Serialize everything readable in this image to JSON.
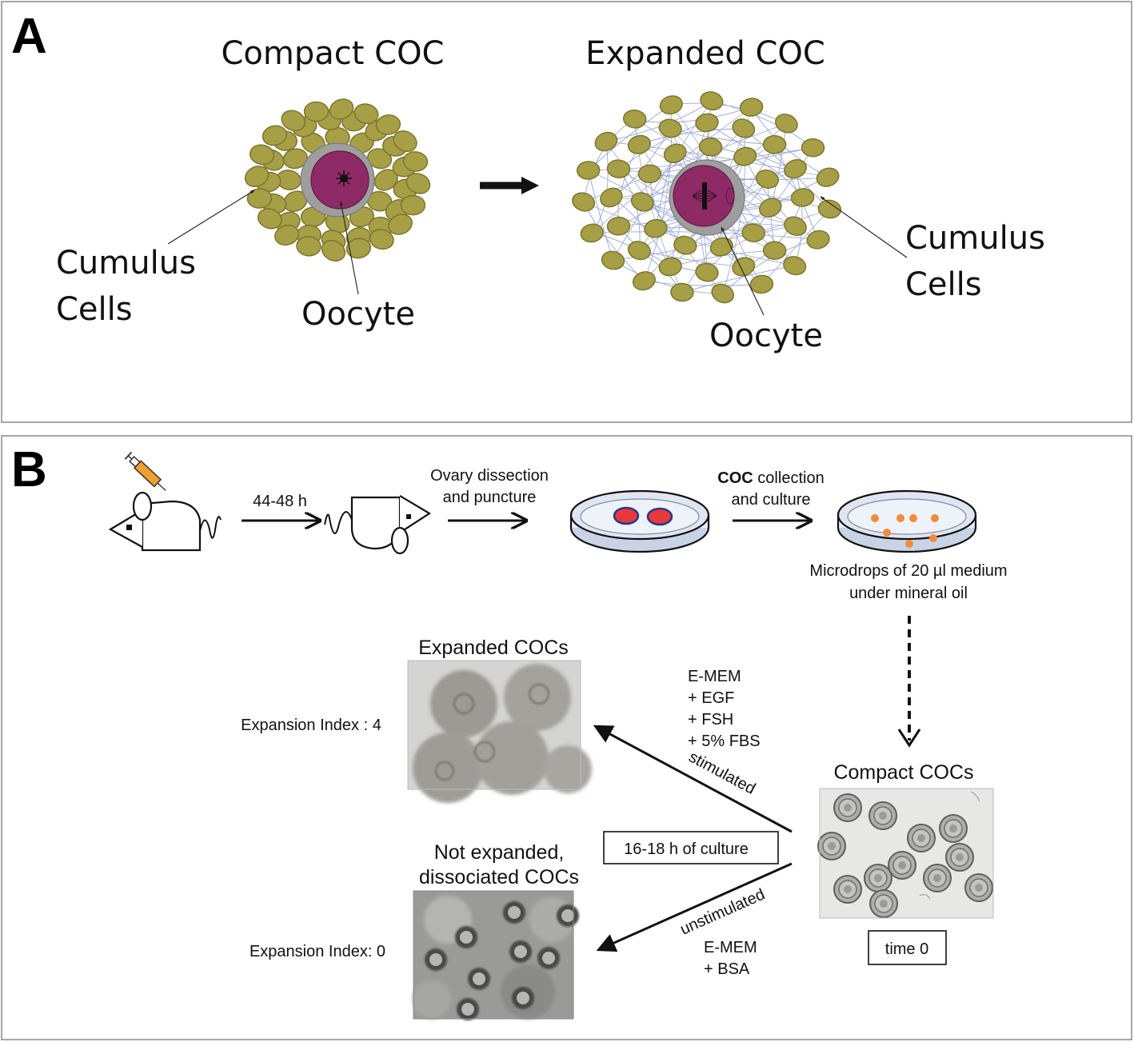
{
  "panel_a": {
    "letter": "A",
    "compact_title": "Compact COC",
    "expanded_title": "Expanded COC",
    "cumulus_left_line1": "Cumulus",
    "cumulus_left_line2": "Cells",
    "cumulus_right_line1": "Cumulus",
    "cumulus_right_line2": "Cells",
    "oocyte_left": "Oocyte",
    "oocyte_right": "Oocyte"
  },
  "panel_b": {
    "letter": "B",
    "step_time": "44-48 h",
    "step_dissection_line1": "Ovary dissection",
    "step_dissection_line2": "and puncture",
    "step_collection_bold": "COC",
    "step_collection_rest": " collection",
    "step_collection_line2": "and culture",
    "microdrops_line1": "Microdrops of 20 µl medium",
    "microdrops_line2": "under mineral oil",
    "expanded_title": "Expanded COCs",
    "expansion_index_stimulated": "Expansion Index : 4",
    "media_stimulated": [
      "E-MEM",
      "+ EGF",
      "+ FSH",
      "+ 5% FBS"
    ],
    "stimulated_label": "stimulated",
    "culture_box": "16-18 h of culture",
    "compact_title": "Compact COCs",
    "time_box": "time 0",
    "not_expanded_line1": "Not expanded,",
    "not_expanded_line2": "dissociated COCs",
    "expansion_index_unstimulated": "Expansion Index: 0",
    "unstimulated_label": "unstimulated",
    "media_unstimulated": [
      "E-MEM",
      "+ BSA"
    ]
  },
  "colors": {
    "cumulus_cell": "#a79f45",
    "zona": "#9e9e9e",
    "ooplasm": "#8e2a66",
    "syringe_barrel": "#f0a030",
    "drop": "#f08c3c",
    "ovary": "#e8383c",
    "dish": "#dfe6f2",
    "matrix_fiber": "#9aa6d6"
  }
}
